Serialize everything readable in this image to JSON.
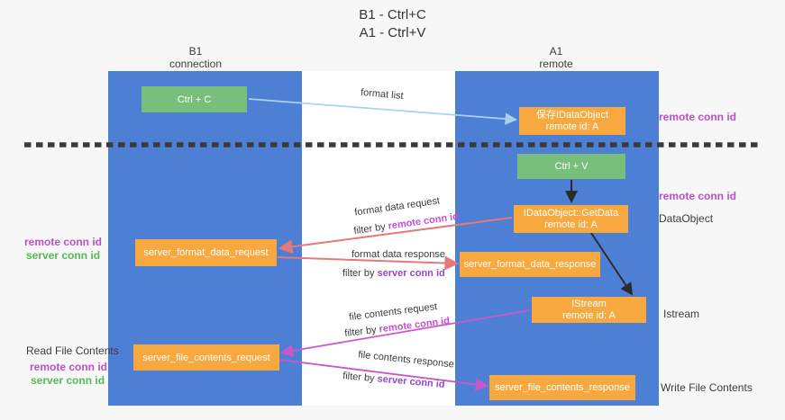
{
  "title": {
    "line1": "B1 - Ctrl+C",
    "line2": "A1 - Ctrl+V"
  },
  "lifelines": {
    "left": {
      "name": "B1",
      "role": "connection"
    },
    "right": {
      "name": "A1",
      "role": "remote"
    }
  },
  "boxes": {
    "ctrl_c": {
      "label": "Ctrl + C"
    },
    "saved_dataobject": {
      "line1": "保存IDataObject",
      "line2": "remote id: A"
    },
    "ctrl_v": {
      "label": "Ctrl + V"
    },
    "getdata": {
      "line1": "IDataObject::GetData",
      "line2": "remote id: A"
    },
    "format_request": {
      "label": "server_format_data_request"
    },
    "format_response": {
      "label": "server_format_data_response"
    },
    "istream": {
      "line1": "IStream",
      "line2": "remote id: A"
    },
    "file_request": {
      "label": "server_file_contents_request"
    },
    "file_response": {
      "label": "server_file_contents_response"
    }
  },
  "arrow_labels": {
    "format_list": "format list",
    "format_data_request": "format data request",
    "format_data_response": "format data response",
    "file_contents_request": "file contents request",
    "file_contents_response": "file contents response",
    "filter_by": "filter by",
    "remote_conn_id": "remote conn id",
    "server_conn_id": "server conn id"
  },
  "side_labels": {
    "remote_conn_id": "remote conn id",
    "server_conn_id": "server conn id",
    "dataobject": "DataObject",
    "istream": "Istream",
    "read_file_contents": "Read File Contents",
    "write_file_contents": "Write File Contents"
  },
  "colors": {
    "lifeline_blue": "#4d80d4",
    "box_orange": "#f7a940",
    "box_green": "#77bf7a",
    "arrow_light_blue": "#a8d2f0",
    "arrow_salmon": "#e57878",
    "arrow_magenta": "#c957c9",
    "arrow_black": "#2b2b2b",
    "remote_conn_text": "#bb50c5",
    "server_conn_green_text": "#57b857",
    "server_conn_purple_text": "#9747cd",
    "background": "#f7f7f8"
  }
}
